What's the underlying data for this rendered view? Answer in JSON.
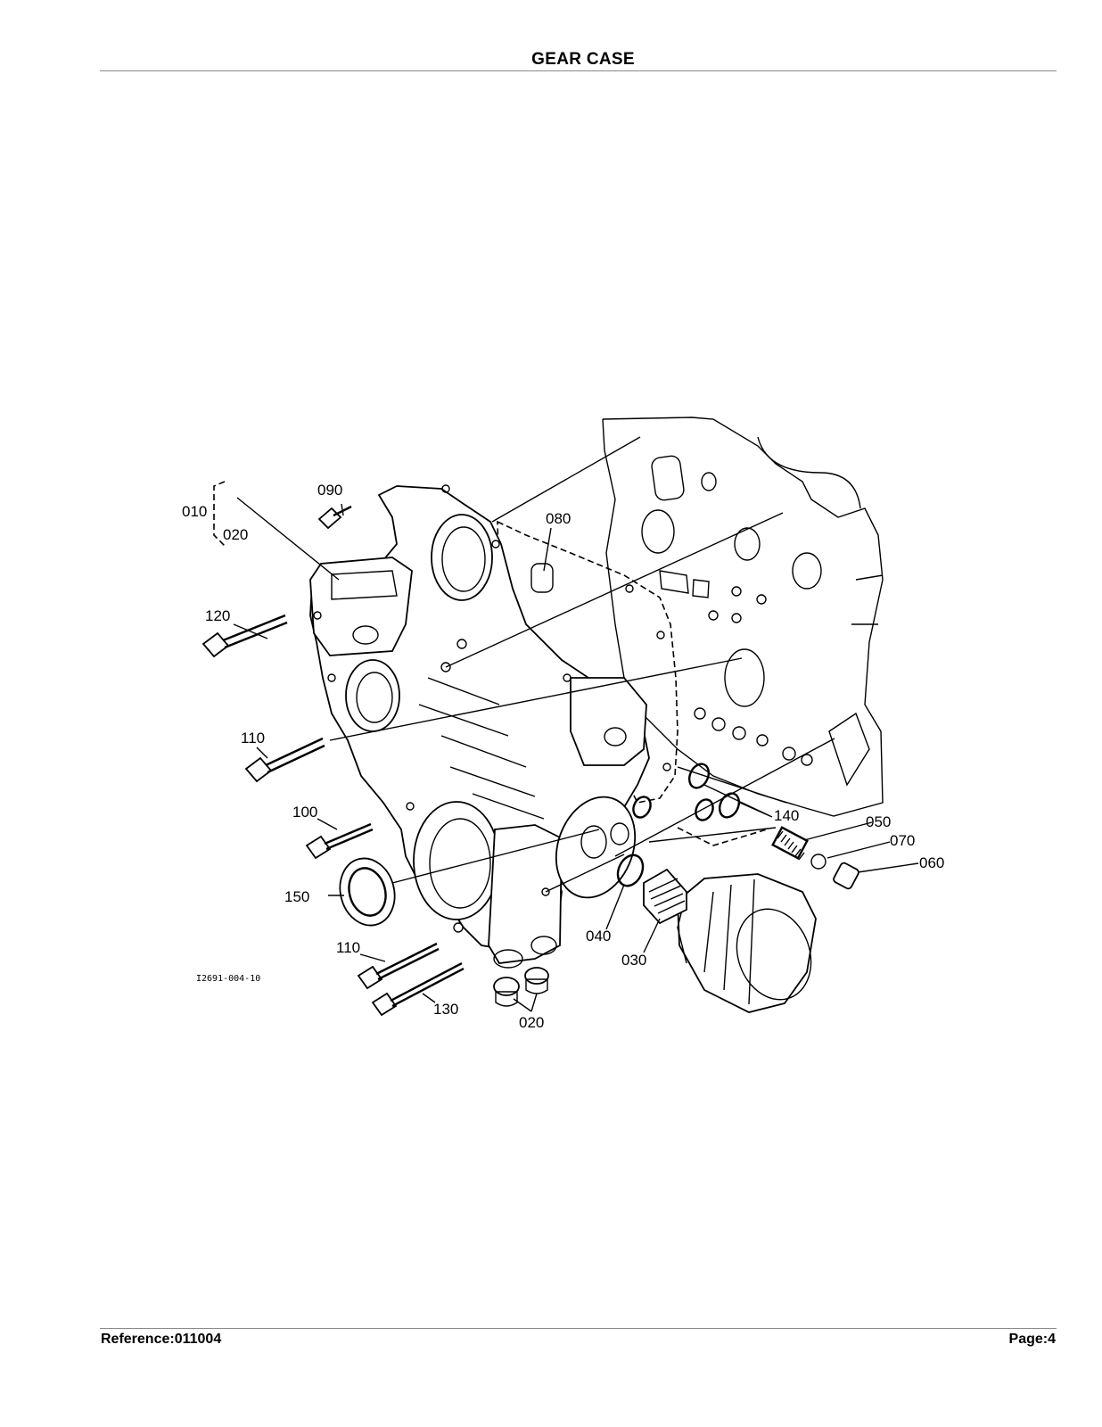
{
  "header": {
    "title": "GEAR CASE"
  },
  "footer": {
    "reference": "Reference:011004",
    "page": "Page:4"
  },
  "diagram": {
    "drawing_number": "I2691-004-10",
    "callouts": [
      "010",
      "020",
      "090",
      "080",
      "120",
      "110",
      "100",
      "150",
      "110",
      "130",
      "020",
      "040",
      "030",
      "140",
      "050",
      "070",
      "060"
    ]
  }
}
